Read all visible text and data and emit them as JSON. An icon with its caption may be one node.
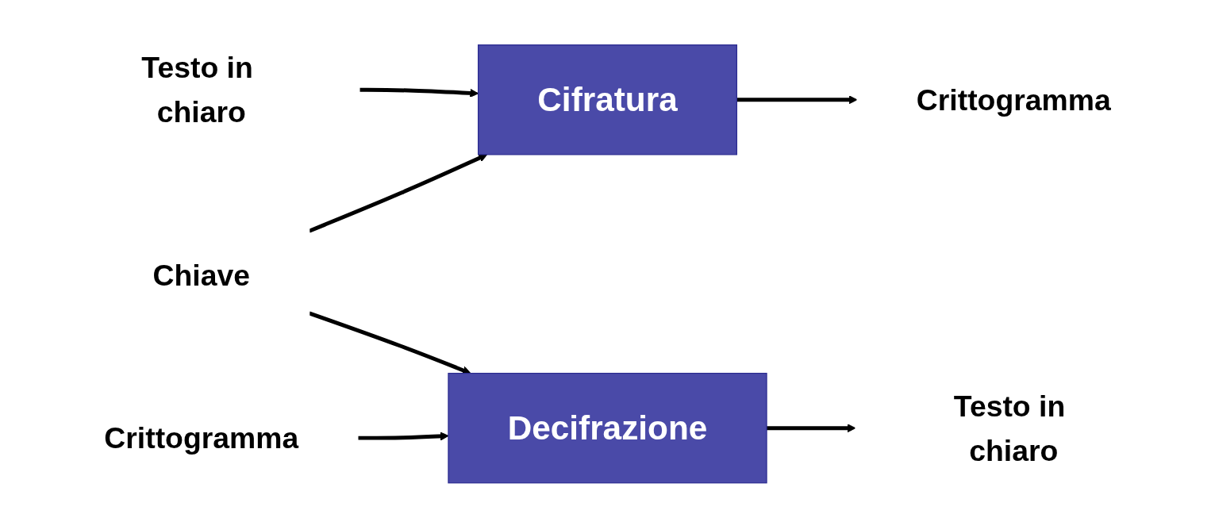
{
  "diagram": {
    "nodes": [
      {
        "text": [
          "Testo in chiaro"
        ]
      },
      {
        "text": [
          "Cifratura"
        ]
      },
      {
        "text": [
          "Crittogramma"
        ]
      },
      {
        "text": [
          "Chiave"
        ]
      },
      {
        "text": [
          "Crittogramma"
        ]
      },
      {
        "text": [
          "Decifrazione"
        ]
      },
      {
        "text": [
          "Testo in chiaro"
        ]
      }
    ],
    "edges": [
      {
        "from": 0,
        "to": 1,
        "arrow": "to"
      },
      {
        "from": 1,
        "to": 2,
        "arrow": "to"
      },
      {
        "from": 3,
        "to": 1,
        "arrow": "to"
      },
      {
        "from": 3,
        "to": 5,
        "arrow": "to"
      },
      {
        "from": 4,
        "to": 5,
        "arrow": "to"
      },
      {
        "from": 5,
        "to": 6,
        "arrow": "to"
      }
    ]
  }
}
